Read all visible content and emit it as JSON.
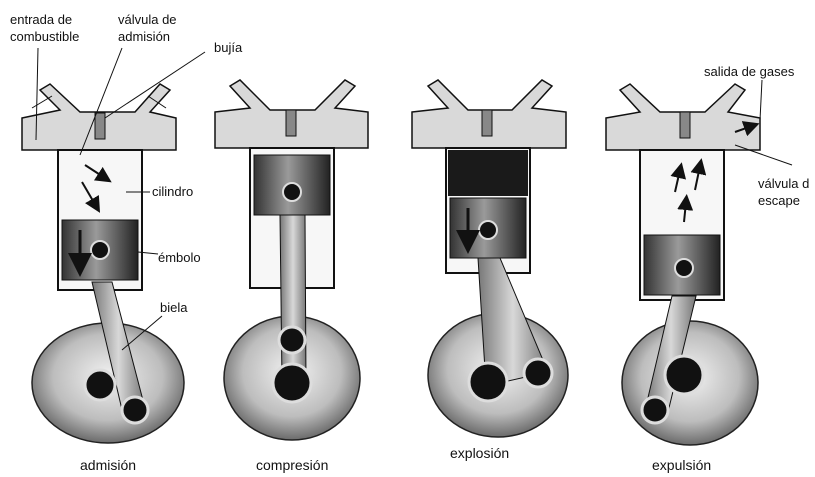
{
  "labels": {
    "fuel_inlet": [
      "entrada de",
      "combustible"
    ],
    "intake_valve": [
      "válvula de",
      "admisión"
    ],
    "spark_plug": "bujía",
    "cylinder": "cilindro",
    "piston": "émbolo",
    "connecting_rod": "biela",
    "exhaust_outlet": "salida de gases",
    "exhaust_valve": [
      "válvula d",
      "escape"
    ]
  },
  "strokes": [
    {
      "caption": "admisión"
    },
    {
      "caption": "compresión"
    },
    {
      "caption": "explosión"
    },
    {
      "caption": "expulsión"
    }
  ],
  "colors": {
    "ink": "#111111",
    "metal": "#cfcfcf",
    "shade": "#555555",
    "gas": "#1a1a1a"
  }
}
